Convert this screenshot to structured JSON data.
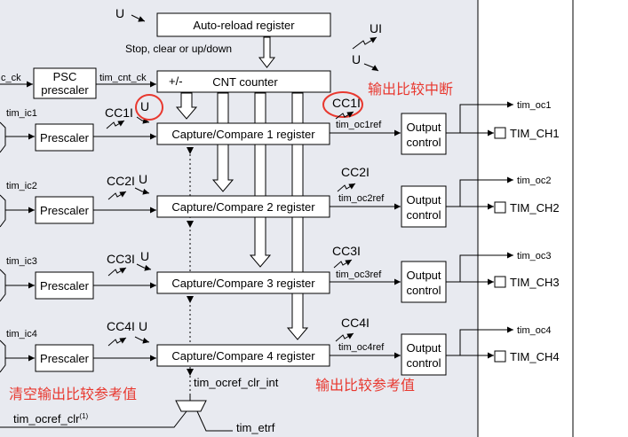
{
  "colors": {
    "background": "#e8eaf0",
    "annotation_red": "#e8382f"
  },
  "top": {
    "u_label": "U",
    "auto_reload": "Auto-reload register",
    "stop_clear": "Stop, clear or up/down",
    "ui_label": "UI",
    "u_label_right": "U"
  },
  "clock": {
    "ck_label": "c_ck",
    "psc_line1": "PSC",
    "psc_line2": "prescaler",
    "cnt_clk": "tim_cnt_ck",
    "cnt_sign": "+/-",
    "cnt_counter": "CNT counter"
  },
  "channels": [
    {
      "input": "tim_ic1",
      "prescaler": "Prescaler",
      "cc_int": "CC1I",
      "u": "U",
      "register": "Capture/Compare 1 register",
      "ocref": "tim_oc1ref",
      "out_cc": "CC1I",
      "output_l1": "Output",
      "output_l2": "control",
      "oc": "tim_oc1",
      "pin": "TIM_CH1"
    },
    {
      "input": "tim_ic2",
      "prescaler": "Prescaler",
      "cc_int": "CC2I",
      "u": "U",
      "register": "Capture/Compare 2 register",
      "ocref": "tim_oc2ref",
      "out_cc": "CC2I",
      "output_l1": "Output",
      "output_l2": "control",
      "oc": "tim_oc2",
      "pin": "TIM_CH2"
    },
    {
      "input": "tim_ic3",
      "prescaler": "Prescaler",
      "cc_int": "CC3I",
      "u": "U",
      "register": "Capture/Compare 3 register",
      "ocref": "tim_oc3ref",
      "out_cc": "CC3I",
      "output_l1": "Output",
      "output_l2": "control",
      "oc": "tim_oc3",
      "pin": "TIM_CH3"
    },
    {
      "input": "tim_ic4",
      "prescaler": "Prescaler",
      "cc_int": "CC4I",
      "u": "U",
      "register": "Capture/Compare 4 register",
      "ocref": "tim_oc4ref",
      "out_cc": "CC4I",
      "output_l1": "Output",
      "output_l2": "control",
      "oc": "tim_oc4",
      "pin": "TIM_CH4"
    }
  ],
  "bottom": {
    "ocref_clr_int": "tim_ocref_clr_int",
    "ocref_clr": "tim_ocref_clr",
    "ocref_clr_sup": "(1)",
    "etrf": "tim_etrf"
  },
  "annotations": {
    "compare_interrupt": "输出比较中断",
    "clear_compare": "清空输出比较参考值",
    "compare_ref": "输出比较参考值"
  }
}
